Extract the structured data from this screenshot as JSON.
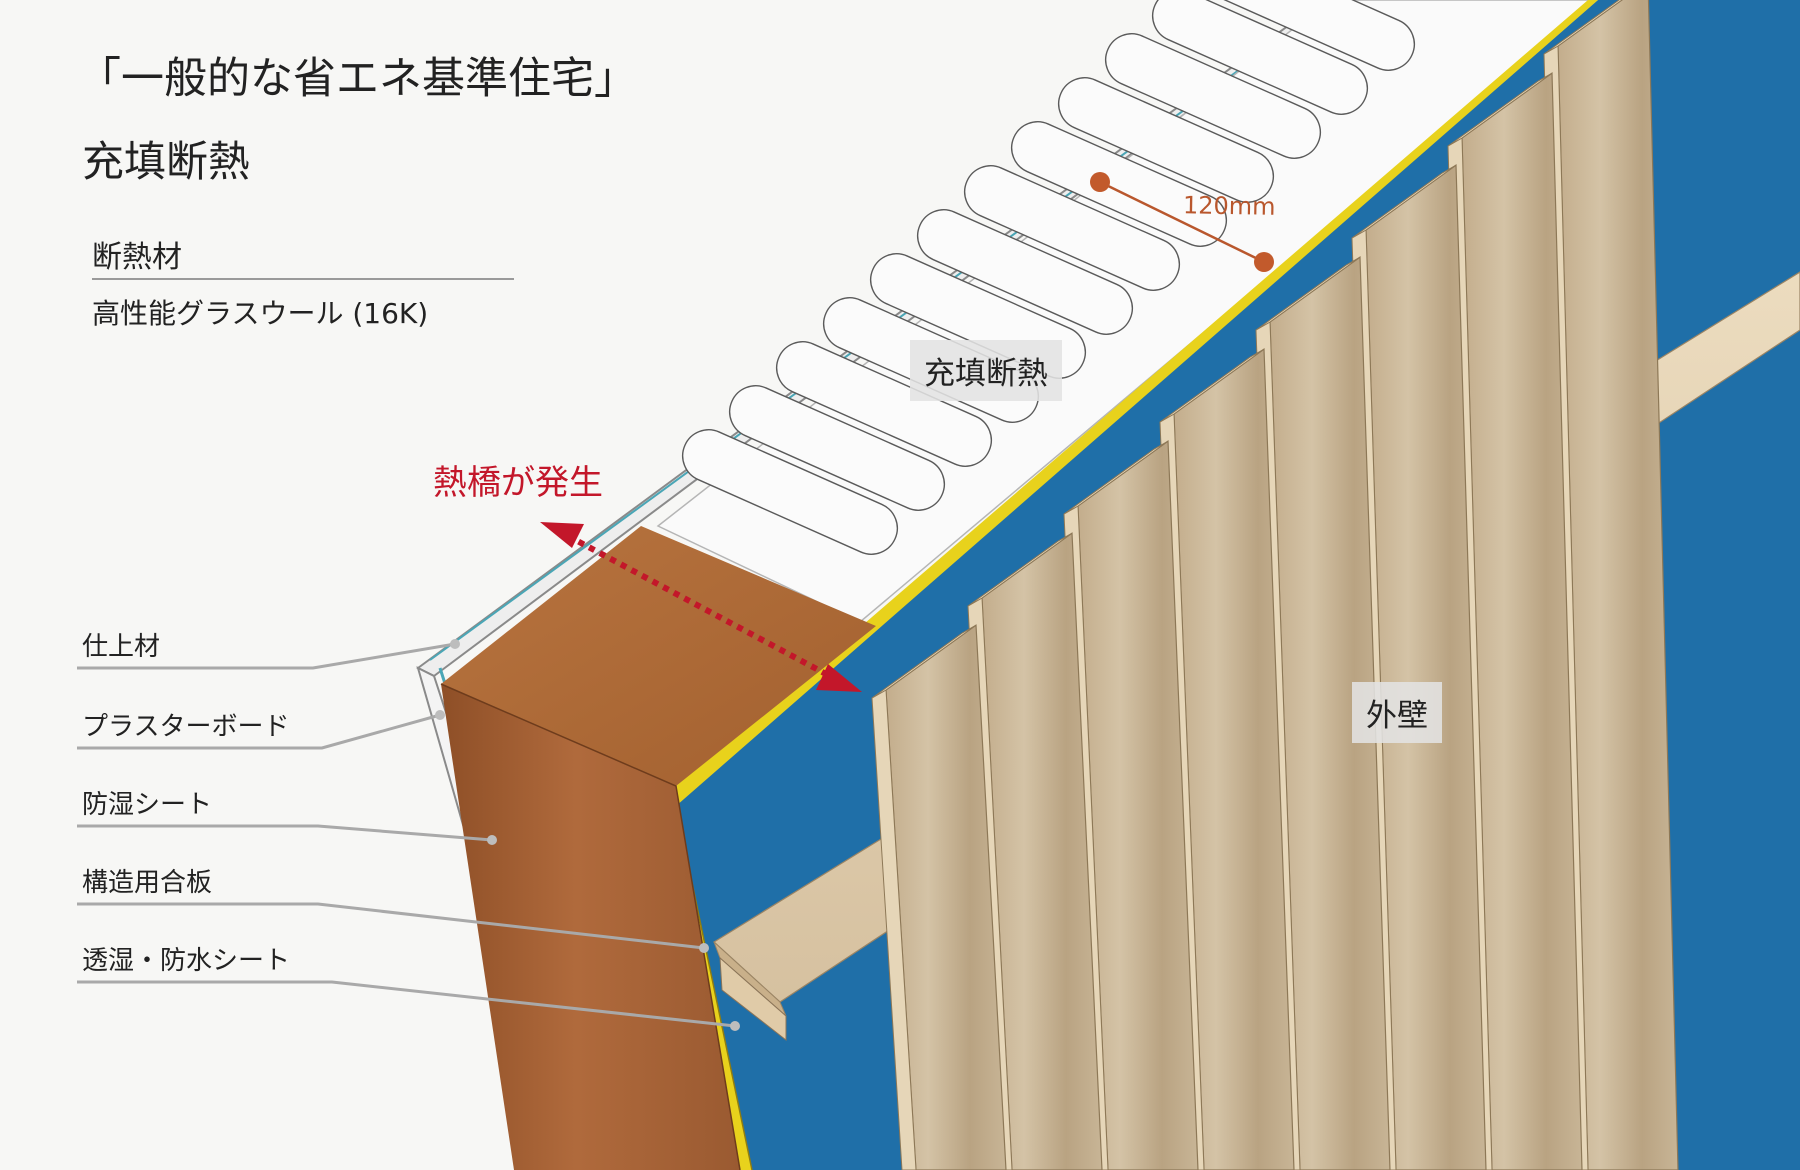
{
  "title": "「一般的な省エネ基準住宅」",
  "subtitle": "充填断熱",
  "insulation": {
    "label": "断熱材",
    "value": "高性能グラスウール (16K)"
  },
  "layers": [
    {
      "label": "仕上材"
    },
    {
      "label": "プラスターボード"
    },
    {
      "label": "防湿シート"
    },
    {
      "label": "構造用合板"
    },
    {
      "label": "透湿・防水シート"
    }
  ],
  "tags": {
    "fill_insulation": "充填断熱",
    "exterior_wall": "外壁"
  },
  "dimension": "120mm",
  "thermal_bridge": "熱橋が発生",
  "colors": {
    "background": "#f7f7f5",
    "sheathing_blue": "#1f6fa8",
    "waterproof_yellow": "#e8d21c",
    "timber_stud": "#a8653a",
    "siding": "#cbb89a",
    "thermal_bridge_red": "#c3172a",
    "dimension_orange": "#b9572d"
  }
}
